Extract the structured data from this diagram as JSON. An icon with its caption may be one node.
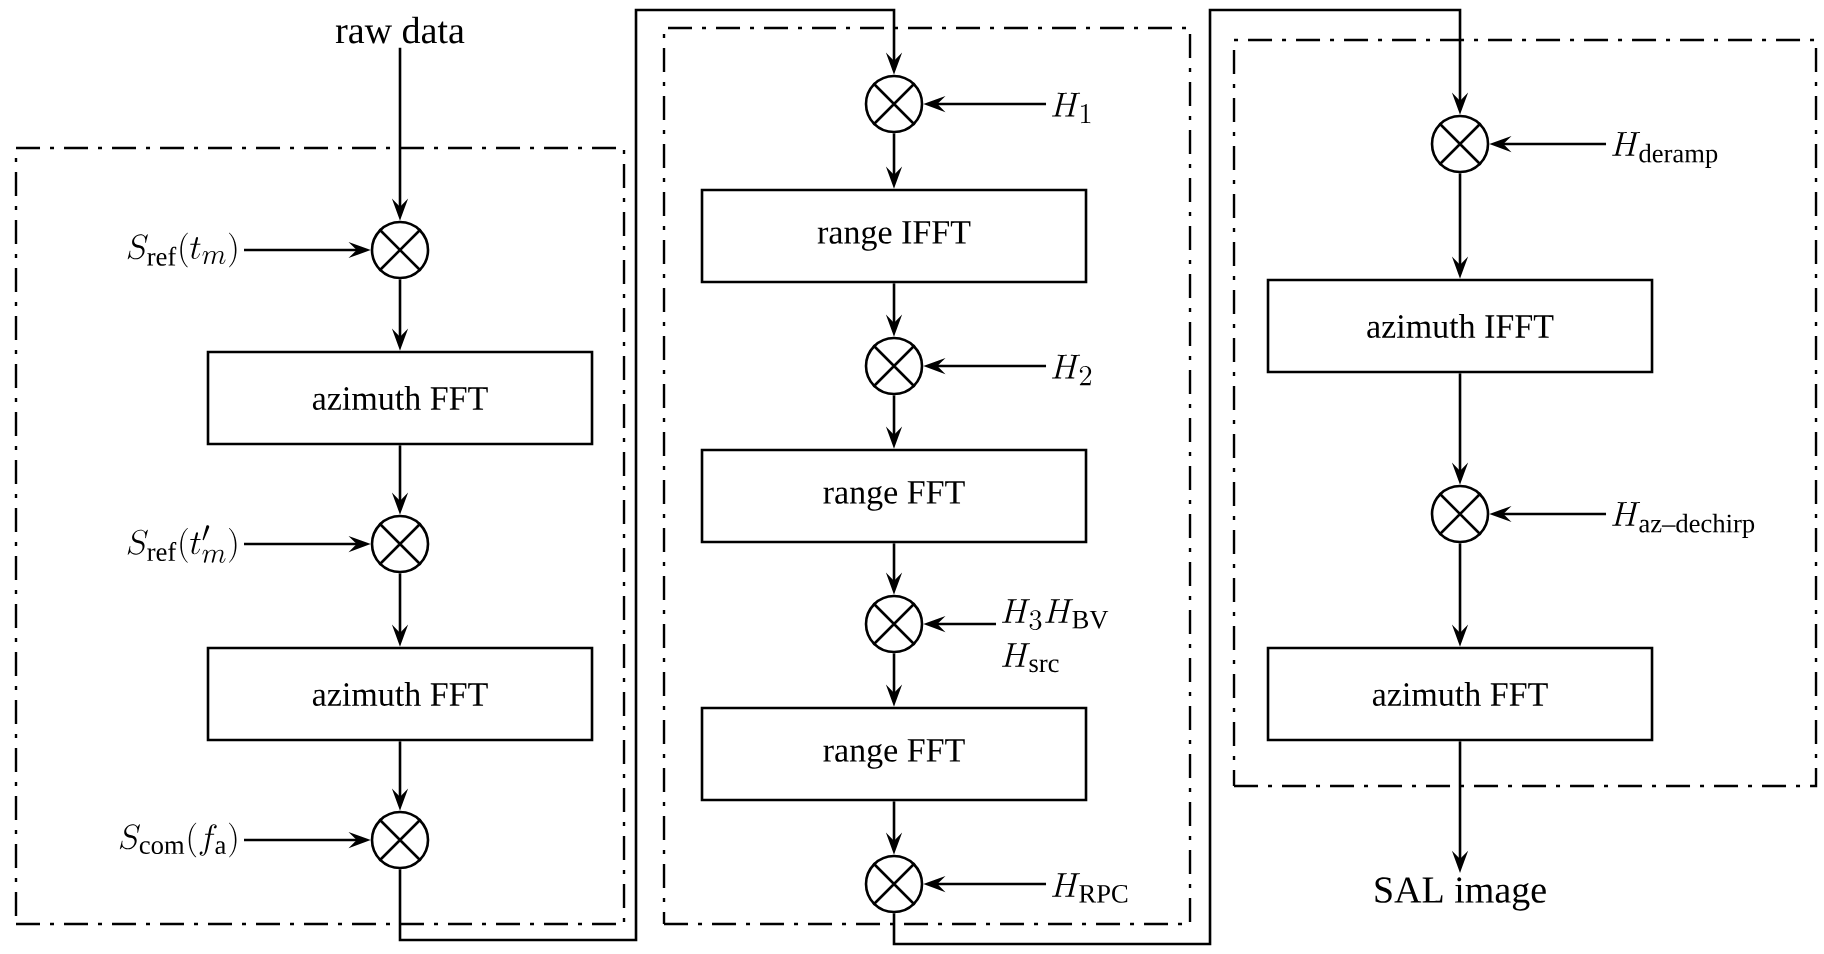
{
  "diagram": {
    "nodes": [
      {
        "text": [
          "raw data"
        ]
      },
      {
        "text": [],
        "shape": "box"
      },
      {
        "text": [
          "S_{\\mathrm{ref}}(t_m)"
        ],
        "in": 1
      },
      {
        "text": [],
        "shape": "circle",
        "in": 1
      },
      {
        "text": [
          "azimuth FFT"
        ],
        "in": 1
      },
      {
        "text": [
          "S_{\\mathrm{ref}}(t'_m)"
        ],
        "in": 1
      },
      {
        "text": [],
        "shape": "circle",
        "in": 1
      },
      {
        "text": [
          "azimuth FFT"
        ],
        "in": 1
      },
      {
        "text": [
          "S_{\\mathrm{com}}(f_{\\mathrm{a}})"
        ],
        "in": 1
      },
      {
        "text": [],
        "shape": "circle",
        "in": 1
      },
      {
        "text": [],
        "shape": "box"
      },
      {
        "text": [],
        "shape": "circle",
        "in": 10
      },
      {
        "text": [
          "H_1"
        ],
        "in": 10
      },
      {
        "text": [
          "range IFFT"
        ],
        "in": 10
      },
      {
        "text": [],
        "shape": "circle",
        "in": 10
      },
      {
        "text": [
          "H_2"
        ],
        "in": 10
      },
      {
        "text": [
          "range FFT"
        ],
        "in": 10
      },
      {
        "text": [],
        "shape": "circle",
        "in": 10
      },
      {
        "text": [
          "\\begin{array}{@{}l@{}}H_3H_{\\mathrm{BV}}\\\\ H_{\\mathrm{src}}\\end{array}"
        ],
        "in": 10
      },
      {
        "text": [
          "range FFT"
        ],
        "in": 10
      },
      {
        "text": [],
        "shape": "circle",
        "in": 10
      },
      {
        "text": [
          "H_{\\mathrm{RPC}}"
        ],
        "in": 10
      },
      {
        "text": [],
        "shape": "box"
      },
      {
        "text": [],
        "shape": "circle",
        "in": 22
      },
      {
        "text": [
          "H_{\\mathrm{deramp}}"
        ],
        "in": 22
      },
      {
        "text": [
          "azimuth IFFT"
        ],
        "in": 22
      },
      {
        "text": [],
        "shape": "circle",
        "in": 22
      },
      {
        "text": [
          "H_{\\mathrm{az\\text{–}dechirp}}"
        ],
        "in": 22
      },
      {
        "text": [
          "azimuth FFT"
        ],
        "in": 22
      },
      {
        "text": [
          "SAL image"
        ]
      }
    ],
    "edges": [
      {
        "from": 0,
        "to": 3,
        "arrow": "to"
      },
      {
        "from": 2,
        "to": 3,
        "arrow": "to"
      },
      {
        "from": 3,
        "to": 4,
        "arrow": "to"
      },
      {
        "from": 4,
        "to": 6,
        "arrow": "to"
      },
      {
        "from": 5,
        "to": 6,
        "arrow": "to"
      },
      {
        "from": 6,
        "to": 7,
        "arrow": "to"
      },
      {
        "from": 7,
        "to": 9,
        "arrow": "to"
      },
      {
        "from": 8,
        "to": 9,
        "arrow": "to"
      },
      {
        "from": 9,
        "to": 11,
        "arrow": "to"
      },
      {
        "from": 12,
        "to": 11,
        "arrow": "to"
      },
      {
        "from": 11,
        "to": 13,
        "arrow": "to"
      },
      {
        "from": 13,
        "to": 14,
        "arrow": "to"
      },
      {
        "from": 15,
        "to": 14,
        "arrow": "to"
      },
      {
        "from": 14,
        "to": 16,
        "arrow": "to"
      },
      {
        "from": 16,
        "to": 17,
        "arrow": "to"
      },
      {
        "from": 18,
        "to": 17,
        "arrow": "to"
      },
      {
        "from": 17,
        "to": 19,
        "arrow": "to"
      },
      {
        "from": 19,
        "to": 20,
        "arrow": "to"
      },
      {
        "from": 21,
        "to": 20,
        "arrow": "to"
      },
      {
        "from": 20,
        "to": 23,
        "arrow": "to"
      },
      {
        "from": 24,
        "to": 23,
        "arrow": "to"
      },
      {
        "from": 23,
        "to": 25,
        "arrow": "to"
      },
      {
        "from": 25,
        "to": 26,
        "arrow": "to"
      },
      {
        "from": 27,
        "to": 26,
        "arrow": "to"
      },
      {
        "from": 26,
        "to": 28,
        "arrow": "to"
      },
      {
        "from": 28,
        "to": 29,
        "arrow": "to"
      }
    ]
  }
}
